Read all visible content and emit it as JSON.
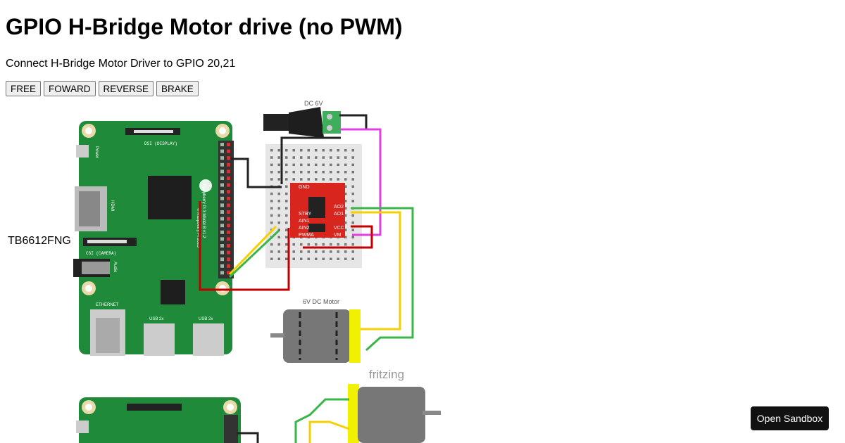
{
  "page": {
    "title": "GPIO H-Bridge Motor drive (no PWM)",
    "subtitle": "Connect H-Bridge Motor Driver to GPIO 20,21",
    "buttons": [
      "FREE",
      "FOWARD",
      "REVERSE",
      "BRAKE"
    ],
    "side_label": "TB6612FNG"
  },
  "diagram": {
    "dc_label": "DC 6V",
    "motor_label": "6V DC Motor",
    "fritzing": "fritzing",
    "pi_labels": {
      "dsi": "DSI (DISPLAY)",
      "csi": "CSI (CAMERA)",
      "power": "Power",
      "hdmi": "HDMI",
      "audio": "Audio",
      "ethernet": "ETHERNET",
      "usb1": "USB 2x",
      "usb2": "USB 2x",
      "model": "Raspberry Pi 3 Model B v1.2",
      "copyright": "© Raspberry Pi 2015"
    },
    "driver_pins_left": [
      "GND",
      "STBY",
      "AIN1",
      "AIN2",
      "PWMA"
    ],
    "driver_pins_right": [
      "AO2",
      "AO1",
      "VCC",
      "VM"
    ],
    "colors": {
      "board": "#1f8a3a",
      "wire_red": "#c00000",
      "wire_yellow": "#f5d000",
      "wire_green": "#39b54a",
      "wire_pink": "#e040e0",
      "driver": "#d8261f"
    }
  },
  "footer": {
    "sandbox_label": "Open Sandbox"
  }
}
